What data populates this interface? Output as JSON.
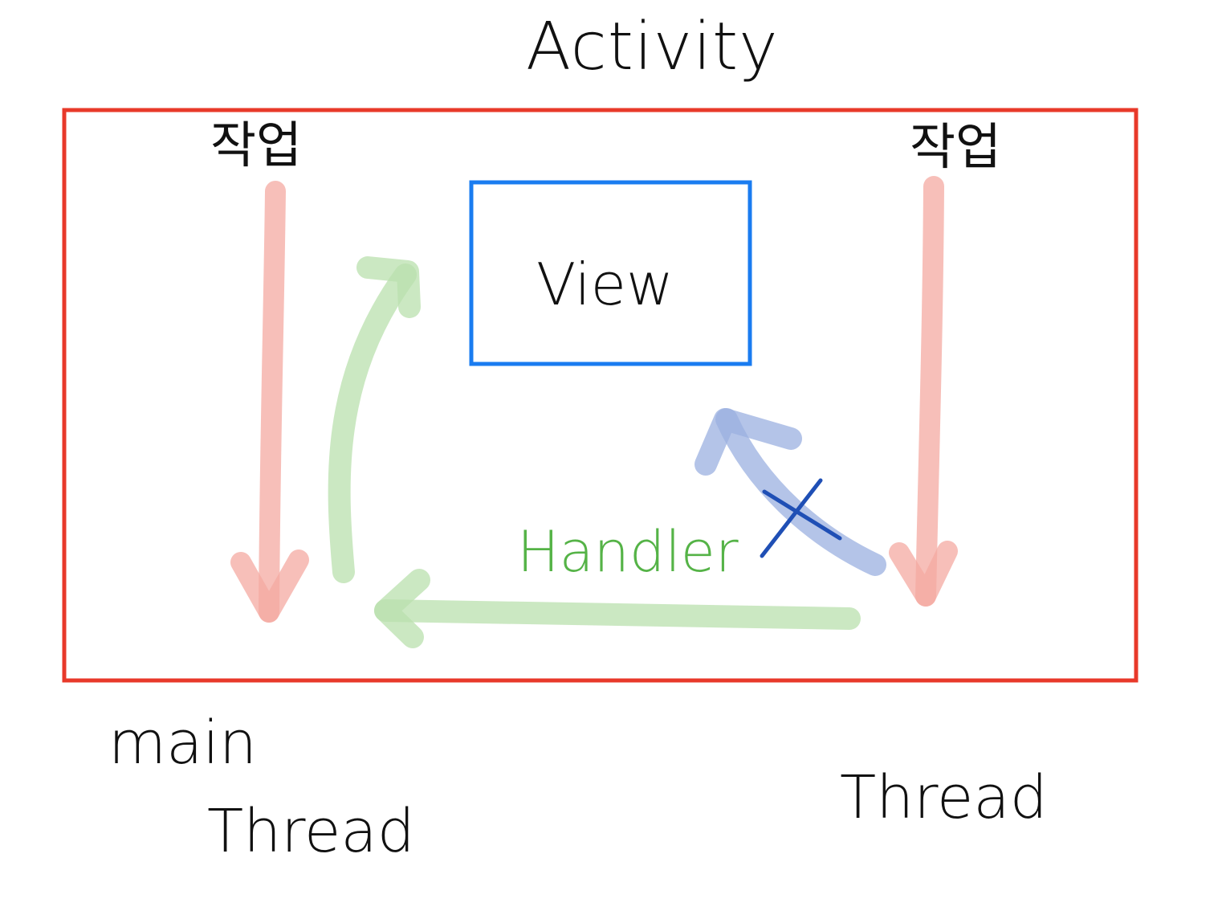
{
  "diagram": {
    "activity_label": "Activity",
    "view_label": "View",
    "handler_label": "Handler",
    "task_left_label": "작업",
    "task_right_label": "작업",
    "main_label": "main",
    "main_thread_label": "Thread",
    "thread_label": "Thread",
    "colors": {
      "activity_border": "#e8392a",
      "view_border": "#1a7cf0",
      "task_arrow": "#f4a9a1",
      "handler_arrow": "#b9e0ad",
      "handler_text": "#55b347",
      "blocked_arrow": "#9bb0e0",
      "cross_mark": "#1f4fb5",
      "text": "#111111"
    }
  }
}
